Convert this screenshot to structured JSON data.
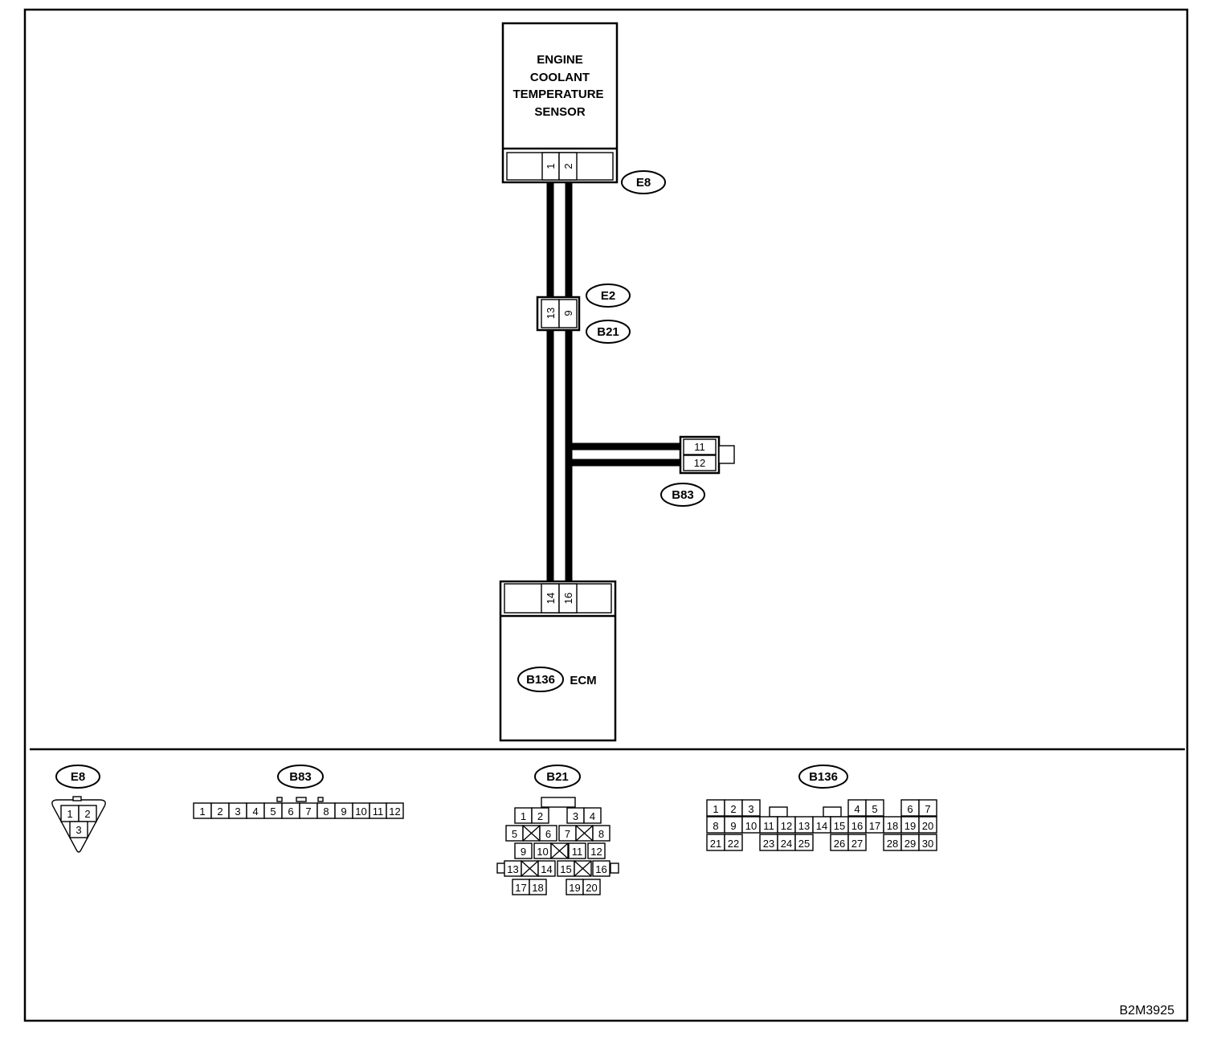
{
  "sensor": {
    "line1": "ENGINE",
    "line2": "COOLANT",
    "line3": "TEMPERATURE",
    "line4": "SENSOR",
    "pins": [
      "1",
      "2"
    ]
  },
  "ecm": {
    "label": "ECM",
    "connector": "B136",
    "pins": [
      "14",
      "16"
    ]
  },
  "badges": {
    "e8": "E8",
    "e2": "E2",
    "b21": "B21",
    "b83": "B83"
  },
  "junction_pins": [
    "13",
    "9"
  ],
  "b83_pins": [
    "11",
    "12"
  ],
  "views": {
    "e8": {
      "label": "E8",
      "pins": [
        "1",
        "2",
        "3"
      ]
    },
    "b83": {
      "label": "B83",
      "pins": [
        "1",
        "2",
        "3",
        "4",
        "5",
        "6",
        "7",
        "8",
        "9",
        "10",
        "11",
        "12"
      ]
    },
    "b21": {
      "label": "B21",
      "pins": [
        "1",
        "2",
        "3",
        "4",
        "5",
        "6",
        "7",
        "8",
        "9",
        "10",
        "11",
        "12",
        "13",
        "14",
        "15",
        "16",
        "17",
        "18",
        "19",
        "20"
      ]
    },
    "b136": {
      "label": "B136",
      "pins": [
        "1",
        "2",
        "3",
        "4",
        "5",
        "6",
        "7",
        "8",
        "9",
        "10",
        "11",
        "12",
        "13",
        "14",
        "15",
        "16",
        "17",
        "18",
        "19",
        "20",
        "21",
        "22",
        "23",
        "24",
        "25",
        "26",
        "27",
        "28",
        "29",
        "30"
      ]
    }
  },
  "figure_code": "B2M3925"
}
